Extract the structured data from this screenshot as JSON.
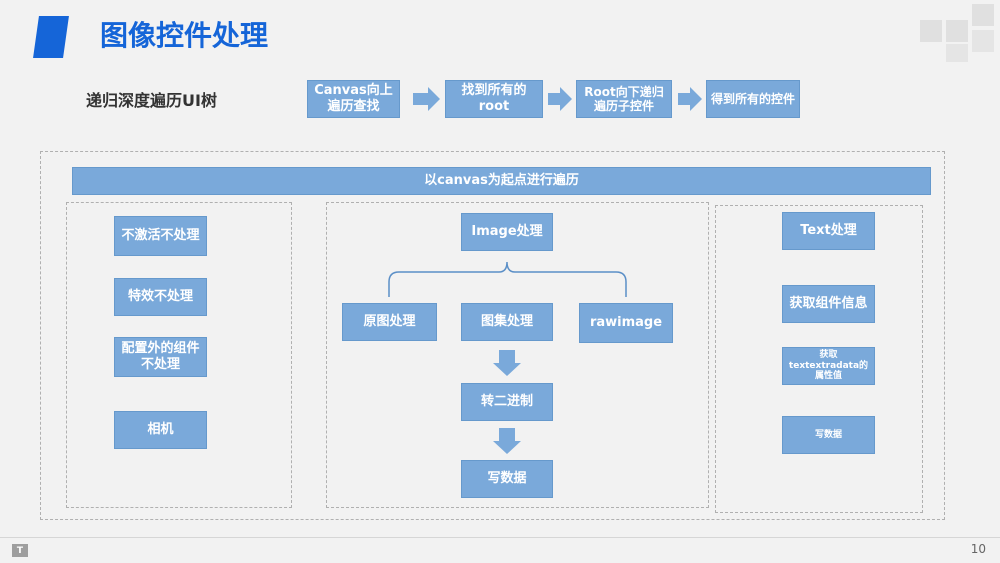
{
  "header": {
    "title": "图像控件处理"
  },
  "subtitle": "递归深度遍历UI树",
  "flow": [
    "Canvas向上遍历查找",
    "找到所有的root",
    "Root向下递归遍历子控件",
    "得到所有的控件"
  ],
  "banner": "以canvas为起点进行遍历",
  "left_panel": [
    "不激活不处理",
    "特效不处理",
    "配置外的组件不处理",
    "相机"
  ],
  "center_panel": {
    "top": "Image处理",
    "branches": [
      "原图处理",
      "图集处理",
      "rawimage"
    ],
    "chain": [
      "转二进制",
      "写数据"
    ]
  },
  "right_panel": [
    "Text处理",
    "获取组件信息",
    "获取textextradata的属性值",
    "写数据"
  ],
  "footer": {
    "logo": "T",
    "page": "10"
  },
  "colors": {
    "accent": "#1565d8",
    "box": "#7aa9da",
    "arrow": "#7aa9da"
  }
}
